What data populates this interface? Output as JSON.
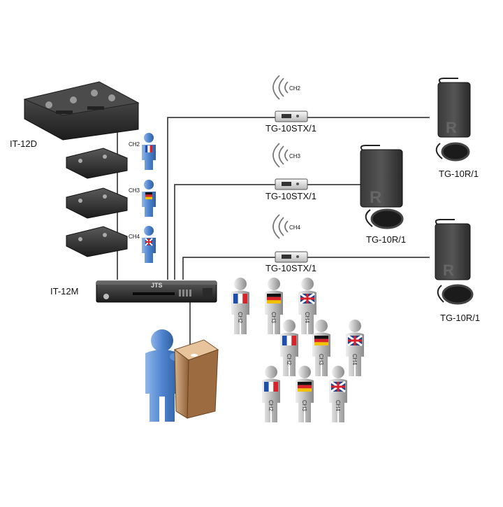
{
  "devices": {
    "console_top": "IT-12D",
    "main_unit": "IT-12M",
    "main_unit_brand": "JTS",
    "transmitter": "TG-10STX/1",
    "receiver": "TG-10R/1"
  },
  "channels": [
    "CH2",
    "CH3",
    "CH4"
  ],
  "flag_colors": {
    "france": [
      "#1f4fa8",
      "#ffffff",
      "#d8232a"
    ],
    "germany": [
      "#111111",
      "#d8232a",
      "#f2c200"
    ],
    "uk": [
      "#1f3f8f",
      "#ffffff",
      "#d8232a"
    ]
  },
  "icons": [
    "console-unit",
    "interpreter-figure",
    "transmitter-box",
    "wireless-waves-icon",
    "bodypack-receiver",
    "main-unit",
    "speaker-at-lectern",
    "listener-figure"
  ]
}
